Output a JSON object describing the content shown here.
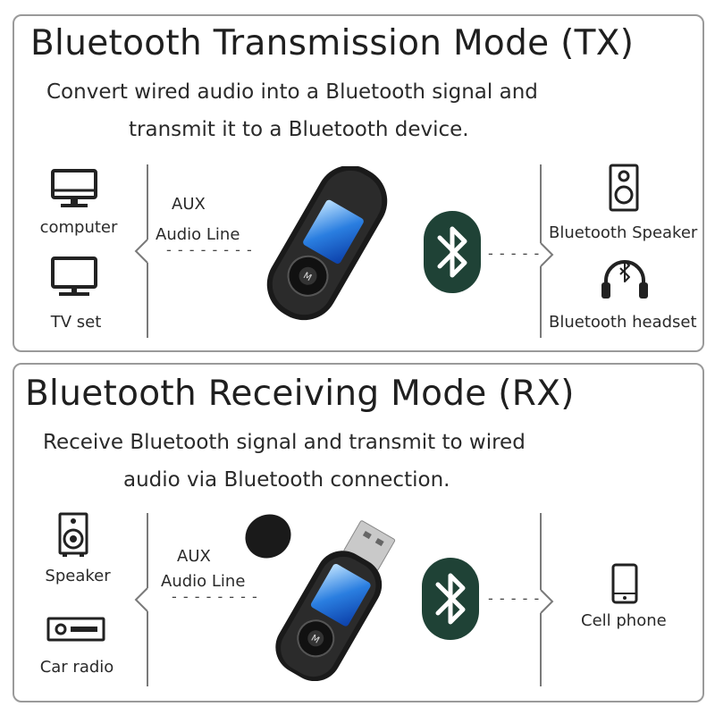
{
  "tx": {
    "title": "Bluetooth Transmission Mode (TX)",
    "desc_line1": "Convert wired audio into a Bluetooth signal and",
    "desc_line2": "transmit it to a Bluetooth device.",
    "left_items": [
      "computer",
      "TV set"
    ],
    "aux_line1": "AUX",
    "aux_line2": "Audio Line",
    "right_items": [
      "Bluetooth Speaker",
      "Bluetooth headset"
    ]
  },
  "rx": {
    "title": "Bluetooth Receiving Mode (RX)",
    "desc_line1": "Receive Bluetooth signal and transmit to wired",
    "desc_line2": "audio via Bluetooth connection.",
    "left_items": [
      "Speaker",
      "Car radio"
    ],
    "aux_line1": "AUX",
    "aux_line2": "Audio Line",
    "right_items": [
      "Cell phone"
    ]
  },
  "colors": {
    "bluetooth_badge": "#1f4236",
    "border": "#9a9a9a"
  },
  "icons": [
    "computer-icon",
    "tv-icon",
    "speaker-icon",
    "headset-icon",
    "bluetooth-icon",
    "usb-device",
    "car-radio-icon",
    "phone-icon"
  ]
}
